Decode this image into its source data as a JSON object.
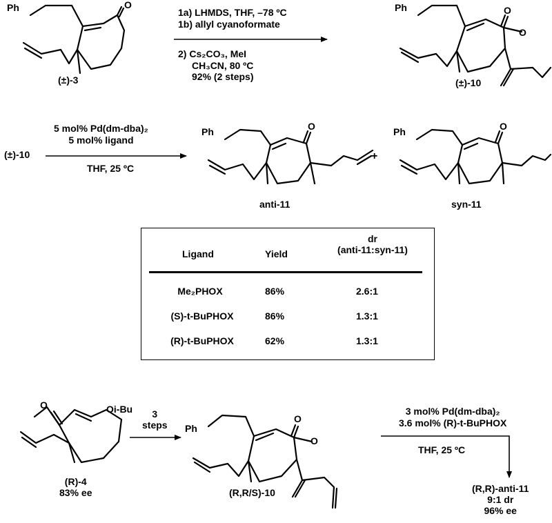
{
  "step1": {
    "start_label": "(±)-3",
    "product_label": "(±)-10",
    "conditions": [
      "1a) LHMDS, THF, –78 ºC",
      "1b) allyl cyanoformate",
      "",
      "2) Cs₂CO₃, MeI",
      "CH₃CN, 80 ºC",
      "92% (2 steps)"
    ]
  },
  "step2": {
    "start_label": "(±)-10",
    "conditions_above": [
      "5 mol% Pd(dm-dba)₂",
      "5 mol% ligand"
    ],
    "conditions_below": "THF, 25 ºC",
    "product_anti_label": "anti-11",
    "plus": "+",
    "product_syn_label": "syn-11"
  },
  "table": {
    "headers": {
      "ligand": "Ligand",
      "yield": "Yield",
      "dr": [
        "dr",
        "(anti-11:syn-11)"
      ]
    },
    "rows": [
      {
        "ligand": "Me₂PHOX",
        "yield": "86%",
        "dr": "2.6:1"
      },
      {
        "ligand": "(S)-t-BuPHOX",
        "yield": "86%",
        "dr": "1.3:1"
      },
      {
        "ligand": "(R)-t-BuPHOX",
        "yield": "62%",
        "dr": "1.3:1"
      }
    ]
  },
  "step3": {
    "start_label": "(R)-4",
    "start_ee": "83% ee",
    "arrow1_label": [
      "3",
      "steps"
    ],
    "intermediate_label": "(R,R/S)-10",
    "conditions_above": [
      "3 mol% Pd(dm-dba)₂",
      "3.6 mol% (R)-t-BuPHOX"
    ],
    "conditions_below": "THF, 25 ºC",
    "final_label": "(R,R)-anti-11",
    "final_dr": "9:1 dr",
    "final_ee": "96% ee"
  },
  "atoms": {
    "ph": "Ph",
    "oxygen": "O",
    "oibu": "Oi-Bu"
  }
}
